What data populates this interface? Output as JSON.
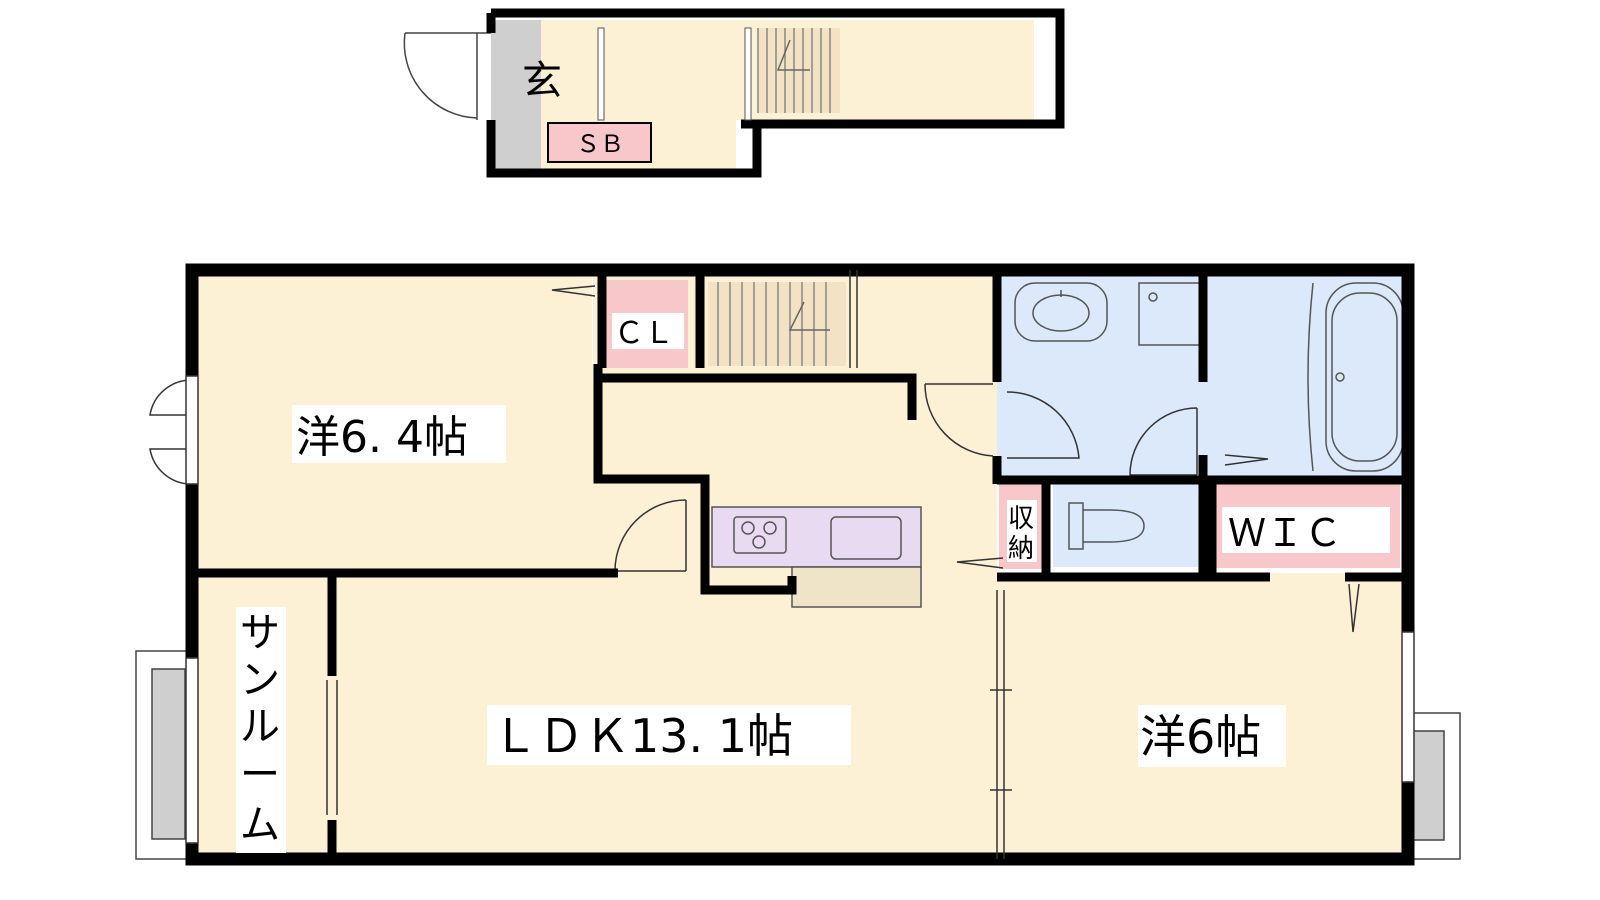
{
  "floor_plan": {
    "upper_floor": {
      "genkan": "玄",
      "shoe_box": "ＳＢ"
    },
    "lower_floor": {
      "western_room_1": "洋6. 4帖",
      "closet": "ＣＬ",
      "storage": [
        "収",
        "納"
      ],
      "wic": "ＷＩＣ",
      "sunroom": [
        "サ",
        "ン",
        "ル",
        "ー",
        "ム"
      ],
      "ldk": "ＬＤＫ13. 1帖",
      "western_room_2": "洋6帖"
    },
    "colors": {
      "room": "#fcf1d4",
      "wet_area": "#dbe9fa",
      "storage": "#f7c7c9",
      "entry": "#cfcfcf",
      "kitchen": "#e8daf1",
      "counter": "#efe3c8",
      "wall": "#000000"
    }
  }
}
